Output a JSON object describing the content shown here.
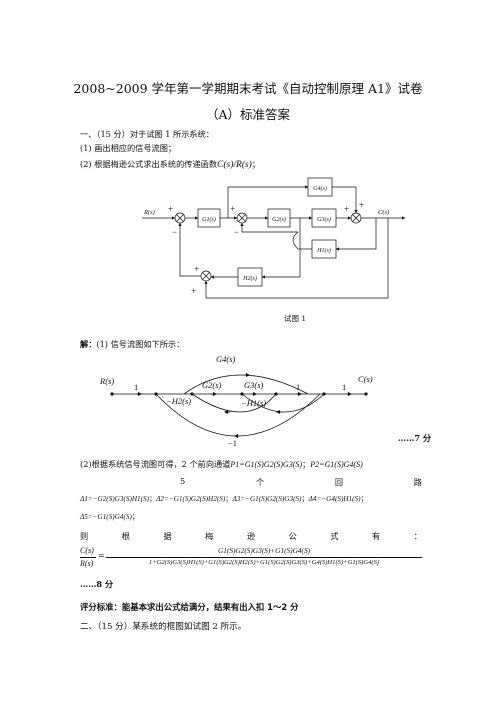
{
  "header": {
    "title": "2008~2009 学年第一学期期末考试《自动控制原理 A1》试卷",
    "subtitle": "（A）标准答案"
  },
  "q1": {
    "heading": "一、（15 分）对于试图 1 所示系统：",
    "item1": "(1)  画出相应的信号流图；",
    "item2": "(2)  根据梅逊公式求出系统的传递函数",
    "tf": "C(s)/R(s)",
    "tf_suffix": "；"
  },
  "block_diagram": {
    "input": "R(s)",
    "output": "C(s)",
    "g1": "G1(s)",
    "g2": "G2(s)",
    "g3": "G3(s)",
    "g4": "G4(s)",
    "h1": "H1(s)",
    "h2": "H2(s)",
    "plus": "+",
    "minus": "−",
    "caption": "试图  1"
  },
  "solution": {
    "label": "解：",
    "item1": "(1)  信号流图如下所示："
  },
  "flow_graph": {
    "input": "R(s)",
    "output": "C(s)",
    "g4": "G4(s)",
    "g2": "G2(s)",
    "g3": "G3(s)",
    "h2": "−H2(s)",
    "h1": "−H1(s)",
    "one_a": "1",
    "one_b": "1",
    "one_c": "1",
    "minus_one": "−1",
    "score": "……7 分"
  },
  "part2": {
    "line1_prefix": "(2)根据系统信号流图可得，2 个前向通道",
    "p1": "P1=G1(S)G2(S)G3(S)",
    "sep": "；",
    "p2": "P2=G1(S)G4(S)",
    "loops_words": [
      "5",
      "个",
      "回",
      "路"
    ],
    "d1": "Δ1=−G2(S)G3(S)H1(S)",
    "d2": "Δ2=−G1(S)G2(S)H2(S)",
    "d3": "Δ3=−G1(S)G2(S)G3(S)",
    "d4": "Δ4=−G4(S)H1(S)",
    "d5": "Δ5=−G1(S)G4(S)",
    "semi": "；",
    "mason_words": [
      "则",
      "根",
      "据",
      "梅",
      "逊",
      "公",
      "式",
      "有",
      "："
    ],
    "lhs_num": "C(s)",
    "lhs_den": "R(s)",
    "eq": "=",
    "rhs_num": "G1(S)G2(S)G3(S)+G1(S)G4(S)",
    "rhs_den": "1+G2(S)G3(S)H1(S)+G1(S)G2(S)H2(S)+G1(S)G2(S)G3(S)+G4(S)H1(S)+G1(S)G4(S)",
    "score": "……8 分"
  },
  "grading": "评分标准：能基本求出公式给满分，结果有出入扣 1～2 分",
  "q2": "二、（15 分）某系统的框图如试图 2 所示。"
}
